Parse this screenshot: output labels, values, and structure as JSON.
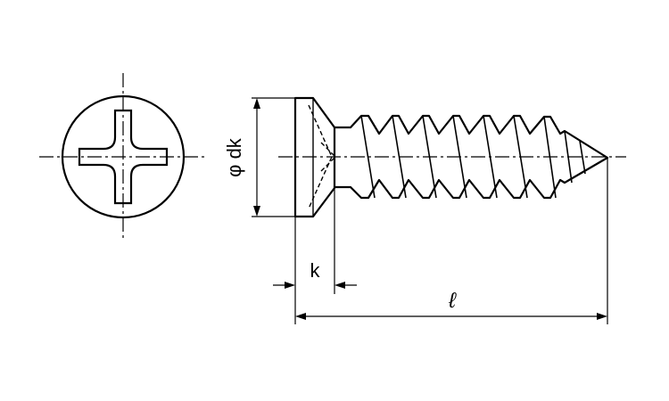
{
  "diagram": {
    "labels": {
      "head_diameter": "φ dk",
      "head_height": "k",
      "length": "ℓ"
    },
    "colors": {
      "line": "#000000",
      "background": "#ffffff"
    }
  }
}
